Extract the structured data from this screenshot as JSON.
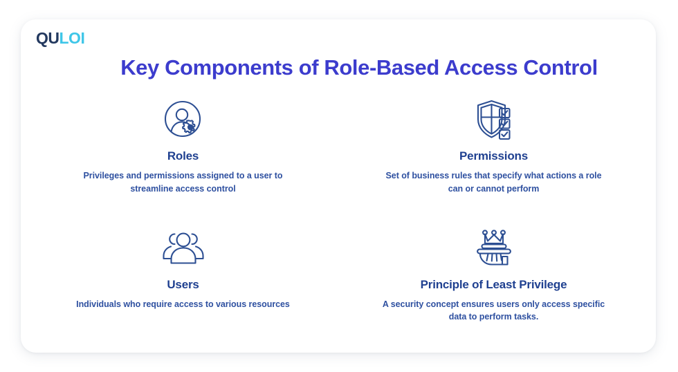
{
  "brand": {
    "logo_dark": "QU",
    "logo_light": "LOI",
    "color_dark": "#23395f",
    "color_light": "#3fc6e8"
  },
  "header": {
    "title": "Key Components of Role-Based Access Control",
    "title_color": "#3c3ccd"
  },
  "theme": {
    "card_background": "#ffffff",
    "page_background": "#ffffff",
    "icon_stroke": "#2d4f93",
    "component_title_color": "#1f4090",
    "component_desc_color": "#2e50a0"
  },
  "components": [
    {
      "icon": "user-gear-icon",
      "title": "Roles",
      "description": "Privileges and permissions assigned to a user to streamline access control"
    },
    {
      "icon": "shield-checklist-icon",
      "title": "Permissions",
      "description": "Set of business rules that specify what actions a role can or cannot perform"
    },
    {
      "icon": "users-group-icon",
      "title": "Users",
      "description": "Individuals who require access to various resources"
    },
    {
      "icon": "hand-crown-icon",
      "title": "Principle of Least Privilege",
      "description": "A security concept ensures users only access specific data to perform tasks."
    }
  ]
}
